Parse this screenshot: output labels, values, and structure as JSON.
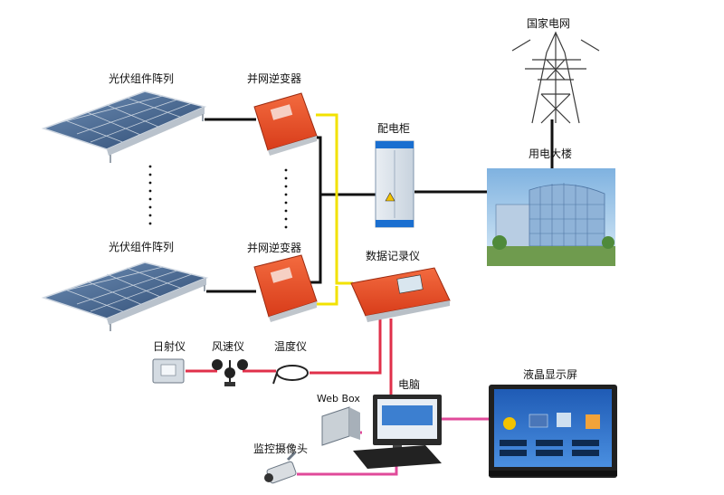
{
  "labels": {
    "pv_array_top": "光伏组件阵列",
    "pv_array_bottom": "光伏组件阵列",
    "inverter_top": "并网逆变器",
    "inverter_bottom": "并网逆变器",
    "distribution_cabinet": "配电柜",
    "national_grid": "国家电网",
    "building": "用电大楼",
    "data_logger": "数据记录仪",
    "irradiance_meter": "日射仪",
    "anemometer": "风速仪",
    "thermometer": "温度仪",
    "computer": "电脑",
    "lcd_display": "液晶显示屏",
    "web_box": "Web Box",
    "camera": "监控摄像头"
  },
  "colors": {
    "power_line": "#111111",
    "dc_line": "#f2e200",
    "signal_line": "#e0304a",
    "network_line": "#e04a9a",
    "inverter_red": "#e84a26",
    "panel_blue": "#3a5a86"
  }
}
